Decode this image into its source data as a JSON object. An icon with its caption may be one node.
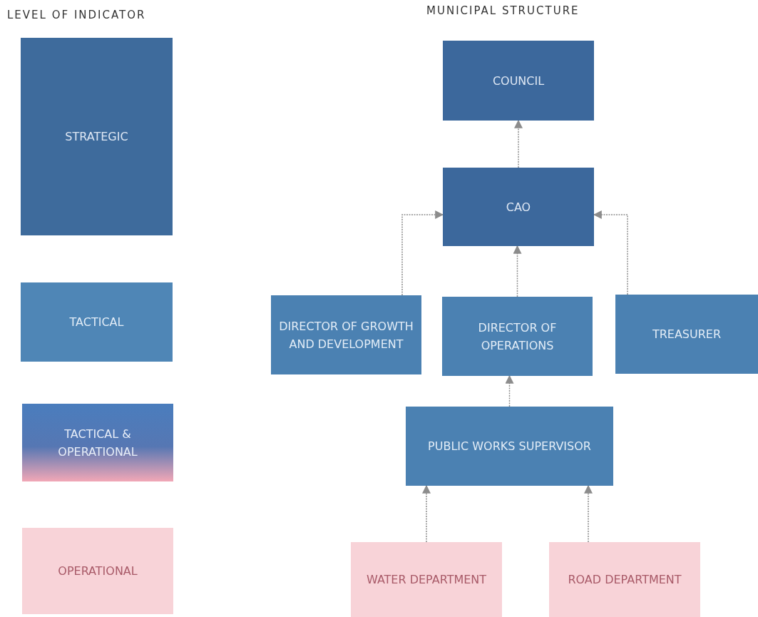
{
  "diagram": {
    "nodes": [
      {
        "text": [
          "STRATEGIC"
        ]
      },
      {
        "text": [
          "TACTICAL"
        ]
      },
      {
        "text": [
          "TACTICAL & OPERATIONAL"
        ]
      },
      {
        "text": [
          "OPERATIONAL"
        ]
      },
      {
        "text": [
          "COUNCIL"
        ]
      },
      {
        "text": [
          "CAO"
        ]
      },
      {
        "text": [
          "DIRECTOR OF GROWTH AND DEVELOPMENT"
        ]
      },
      {
        "text": [
          "DIRECTOR OF OPERATIONS"
        ]
      },
      {
        "text": [
          "TREASURER"
        ]
      },
      {
        "text": [
          "PUBLIC WORKS SUPERVISOR"
        ]
      },
      {
        "text": [
          "WATER DEPARTMENT"
        ]
      },
      {
        "text": [
          "ROAD DEPARTMENT"
        ]
      }
    ],
    "edges": [
      {
        "from": 5,
        "to": 4,
        "arrow": "to"
      },
      {
        "from": 6,
        "to": 5,
        "arrow": "to"
      },
      {
        "from": 7,
        "to": 5,
        "arrow": "to"
      },
      {
        "from": 8,
        "to": 5,
        "arrow": "to"
      },
      {
        "from": 9,
        "to": 7,
        "arrow": "to"
      },
      {
        "from": 10,
        "to": 9,
        "arrow": "to"
      },
      {
        "from": 11,
        "to": 9,
        "arrow": "to"
      }
    ],
    "labels": [
      "LEVEL OF INDICATOR",
      "MUNICIPAL STRUCTURE"
    ]
  }
}
